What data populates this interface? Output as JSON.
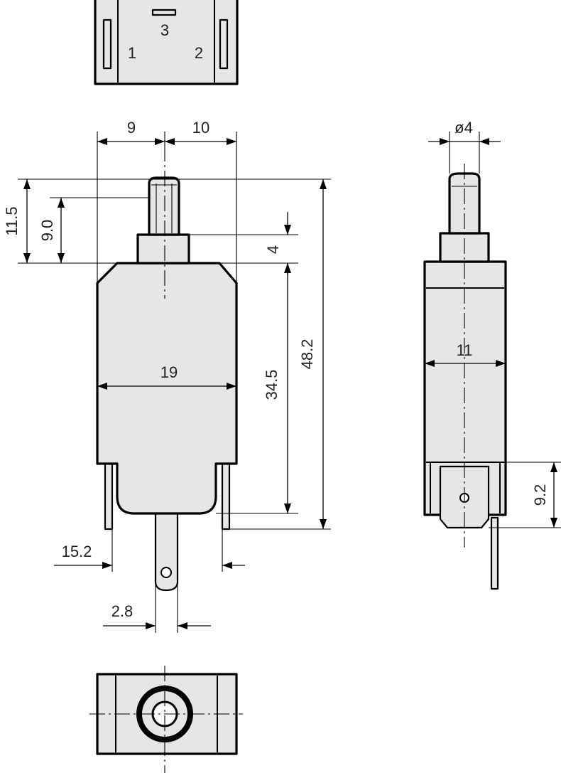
{
  "terminal_labels": {
    "t1": "1",
    "t2": "2",
    "t3": "3"
  },
  "dimensions": {
    "d9": "9",
    "d10": "10",
    "d11_5": "11.5",
    "d9_0": "9.0",
    "d4": "4",
    "d19": "19",
    "d34_5": "34.5",
    "d48_2": "48.2",
    "d15_2": "15.2",
    "d2_8": "2.8",
    "dia4": "ø4",
    "d11": "11",
    "d9_2": "9.2"
  },
  "colors": {
    "body_fill": "#e6e6e6",
    "outline": "#000000",
    "text": "#222222"
  }
}
